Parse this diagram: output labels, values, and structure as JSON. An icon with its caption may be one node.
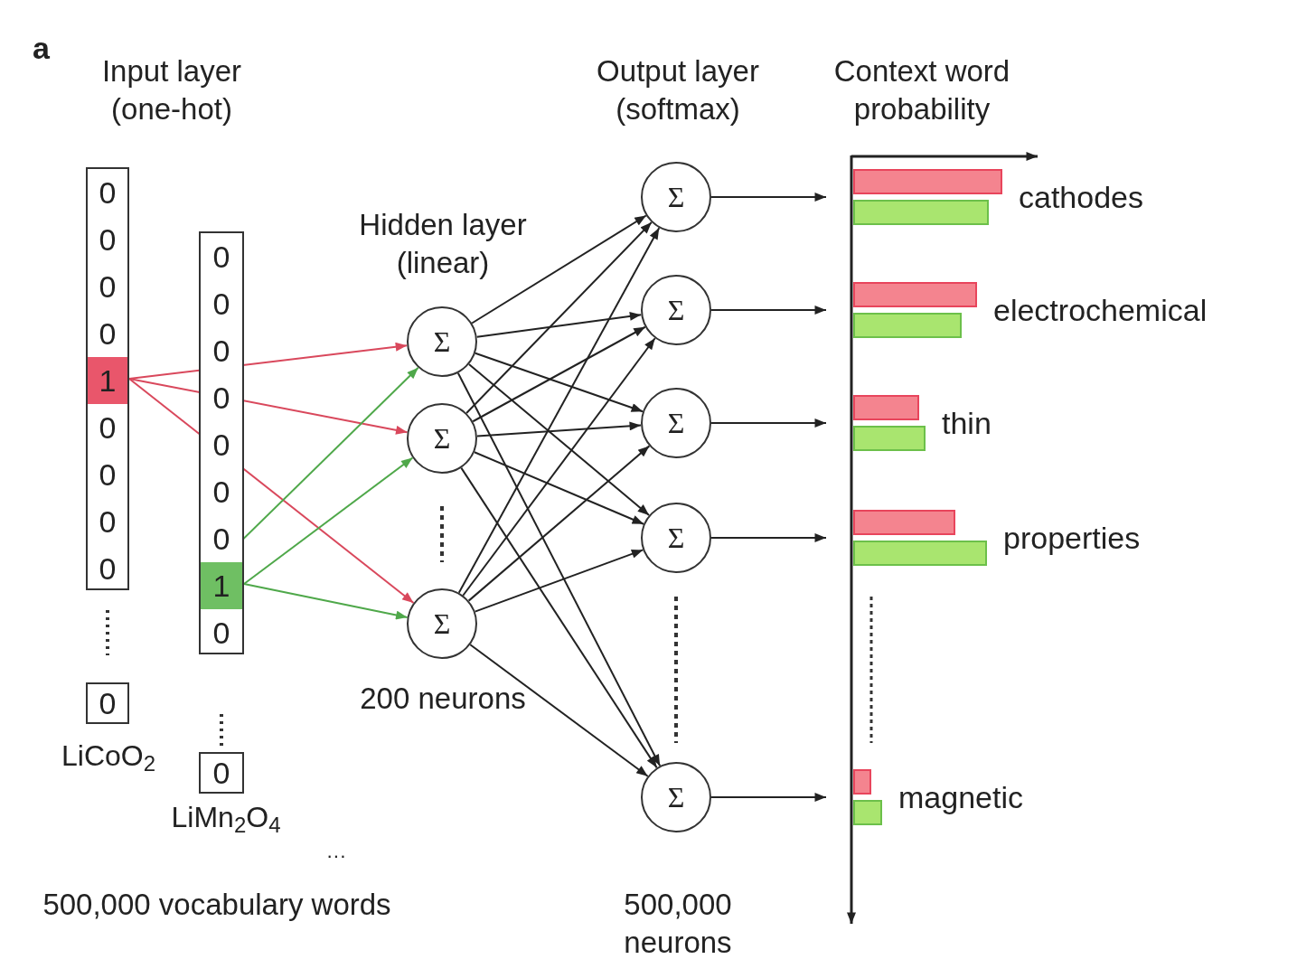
{
  "diagram": {
    "nodes": [
      {
        "text": [],
        "shape": "box"
      },
      {
        "text": [
          "0"
        ],
        "in": 0
      },
      {
        "text": [
          "0"
        ],
        "in": 0
      },
      {
        "text": [
          "0"
        ],
        "in": 0
      },
      {
        "text": [
          "0"
        ],
        "in": 0
      },
      {
        "text": [
          "1"
        ],
        "in": 0
      },
      {
        "text": [
          "0"
        ],
        "in": 0
      },
      {
        "text": [
          "0"
        ],
        "in": 0
      },
      {
        "text": [
          "0"
        ],
        "in": 0
      },
      {
        "text": [
          "0"
        ],
        "in": 0
      },
      {
        "text": [
          "0"
        ]
      },
      {
        "text": [],
        "shape": "box"
      },
      {
        "text": [
          "0"
        ],
        "in": 11
      },
      {
        "text": [
          "0"
        ],
        "in": 11
      },
      {
        "text": [
          "0"
        ],
        "in": 11
      },
      {
        "text": [
          "0"
        ],
        "in": 11
      },
      {
        "text": [
          "0"
        ],
        "in": 11
      },
      {
        "text": [
          "0"
        ],
        "in": 11
      },
      {
        "text": [
          "0"
        ],
        "in": 11
      },
      {
        "text": [
          "1"
        ],
        "in": 11
      },
      {
        "text": [
          "0"
        ],
        "in": 11
      },
      {
        "text": [
          "0"
        ]
      },
      {
        "text": [
          "Σ"
        ]
      },
      {
        "text": [
          "Σ"
        ]
      },
      {
        "text": [
          "Σ"
        ]
      },
      {
        "text": [
          "Σ"
        ]
      },
      {
        "text": [
          "Σ"
        ]
      },
      {
        "text": [
          "Σ"
        ]
      },
      {
        "text": [
          "Σ"
        ]
      },
      {
        "text": [
          "Σ"
        ]
      },
      {
        "text": [
          "cathodes"
        ]
      },
      {
        "text": [
          "electrochemical"
        ]
      },
      {
        "text": [
          "thin"
        ]
      },
      {
        "text": [
          "properties"
        ]
      },
      {
        "text": [
          "magnetic"
        ]
      }
    ],
    "edges": [
      {
        "from": 5,
        "to": 22,
        "arrow": "to",
        "color": "#d9485c"
      },
      {
        "from": 5,
        "to": 23,
        "arrow": "to",
        "color": "#d9485c"
      },
      {
        "from": 5,
        "to": 24,
        "arrow": "to",
        "color": "#d9485c"
      },
      {
        "from": 19,
        "to": 22,
        "arrow": "to",
        "color": "#4fa84a"
      },
      {
        "from": 19,
        "to": 23,
        "arrow": "to",
        "color": "#4fa84a"
      },
      {
        "from": 19,
        "to": 24,
        "arrow": "to",
        "color": "#4fa84a"
      },
      {
        "from": 22,
        "to": 25,
        "arrow": "to"
      },
      {
        "from": 22,
        "to": 26,
        "arrow": "to"
      },
      {
        "from": 22,
        "to": 27,
        "arrow": "to"
      },
      {
        "from": 22,
        "to": 28,
        "arrow": "to"
      },
      {
        "from": 22,
        "to": 29,
        "arrow": "to"
      },
      {
        "from": 23,
        "to": 25,
        "arrow": "to"
      },
      {
        "from": 23,
        "to": 26,
        "arrow": "to"
      },
      {
        "from": 23,
        "to": 27,
        "arrow": "to"
      },
      {
        "from": 23,
        "to": 28,
        "arrow": "to"
      },
      {
        "from": 23,
        "to": 29,
        "arrow": "to"
      },
      {
        "from": 24,
        "to": 25,
        "arrow": "to"
      },
      {
        "from": 24,
        "to": 26,
        "arrow": "to"
      },
      {
        "from": 24,
        "to": 27,
        "arrow": "to"
      },
      {
        "from": 24,
        "to": 28,
        "arrow": "to"
      },
      {
        "from": 24,
        "to": 29,
        "arrow": "to"
      },
      {
        "from": 25,
        "to": 30,
        "arrow": "to"
      },
      {
        "from": 26,
        "to": 31,
        "arrow": "to"
      },
      {
        "from": 27,
        "to": 32,
        "arrow": "to"
      },
      {
        "from": 28,
        "to": 33,
        "arrow": "to"
      },
      {
        "from": 29,
        "to": 34,
        "arrow": "to"
      }
    ],
    "labels": [
      "a",
      "Input layer (one-hot)",
      "Output layer (softmax)",
      "Context word probability",
      "Hidden layer (linear)",
      "200 neurons",
      "LiCoO$_{2}$",
      "LiMn$_{2}$O$_{4}$",
      "···",
      "500,000 vocabulary words",
      "500,000 neurons"
    ]
  }
}
